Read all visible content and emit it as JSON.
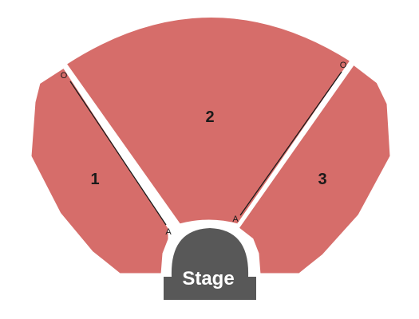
{
  "colors": {
    "section_fill": "#d66d6a",
    "stage_fill": "#585858",
    "aisle_line": "#1a1a1a",
    "background": "#ffffff"
  },
  "sections": [
    {
      "id": "1",
      "label": "1"
    },
    {
      "id": "2",
      "label": "2"
    },
    {
      "id": "3",
      "label": "3"
    }
  ],
  "rows": {
    "left_top": "O",
    "left_bottom": "A",
    "right_top": "O",
    "right_bottom": "A"
  },
  "stage": {
    "label": "Stage"
  }
}
